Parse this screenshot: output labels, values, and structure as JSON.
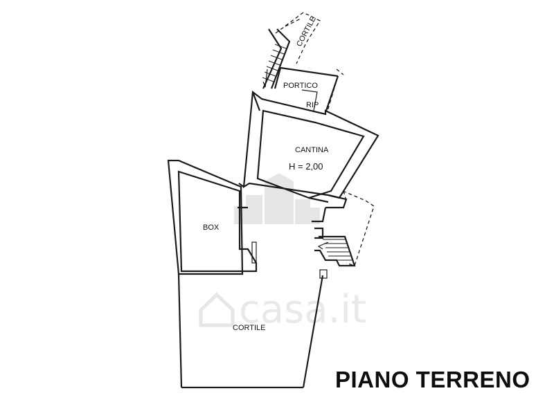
{
  "rooms": {
    "cortile_top": "CORTILE",
    "portico": "PORTICO",
    "rip": "RIP",
    "cantina": "CANTINA",
    "cantina_height": "H = 2,00",
    "box": "BOX",
    "cortile_bottom": "CORTILE"
  },
  "watermark": {
    "text": "casa.it"
  },
  "floor_title": "PIANO TERRENO"
}
